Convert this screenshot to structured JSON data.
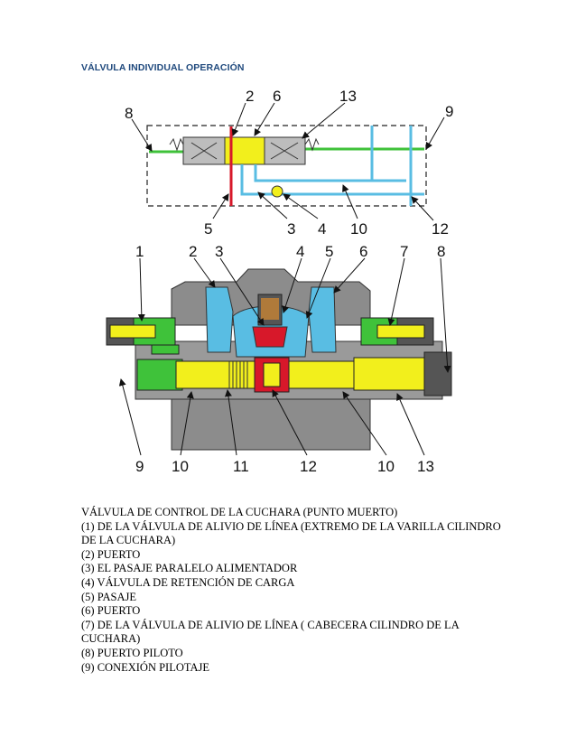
{
  "title": "VÁLVULA INDIVIDUAL OPERACIÓN",
  "diagram": {
    "top_labels": [
      "8",
      "2",
      "6",
      "13",
      "9",
      "5",
      "3",
      "4",
      "10",
      "12"
    ],
    "bottom_labels": [
      "1",
      "2",
      "3",
      "4",
      "5",
      "6",
      "7",
      "8",
      "9",
      "10",
      "11",
      "12",
      "10",
      "13"
    ],
    "colors": {
      "yellow": "#f2ef1c",
      "green": "#3fc23a",
      "red": "#d7182a",
      "blue": "#59bde3",
      "gray": "#9a9a9a",
      "dark": "#555555"
    }
  },
  "caption": {
    "heading": "VÁLVULA DE CONTROL DE LA CUCHARA (PUNTO MUERTO)",
    "items": [
      "(1) DE LA VÁLVULA DE ALIVIO DE LÍNEA (EXTREMO DE LA VARILLA CILINDRO DE LA CUCHARA)",
      "(2) PUERTO",
      "(3) EL PASAJE PARALELO ALIMENTADOR",
      "(4) VÁLVULA DE RETENCIÓN DE CARGA",
      "(5) PASAJE",
      "(6) PUERTO",
      "(7) DE LA VÁLVULA DE ALIVIO DE LÍNEA ( CABECERA CILINDRO DE LA CUCHARA)",
      "(8) PUERTO PILOTO",
      "(9) CONEXIÓN PILOTAJE"
    ]
  }
}
